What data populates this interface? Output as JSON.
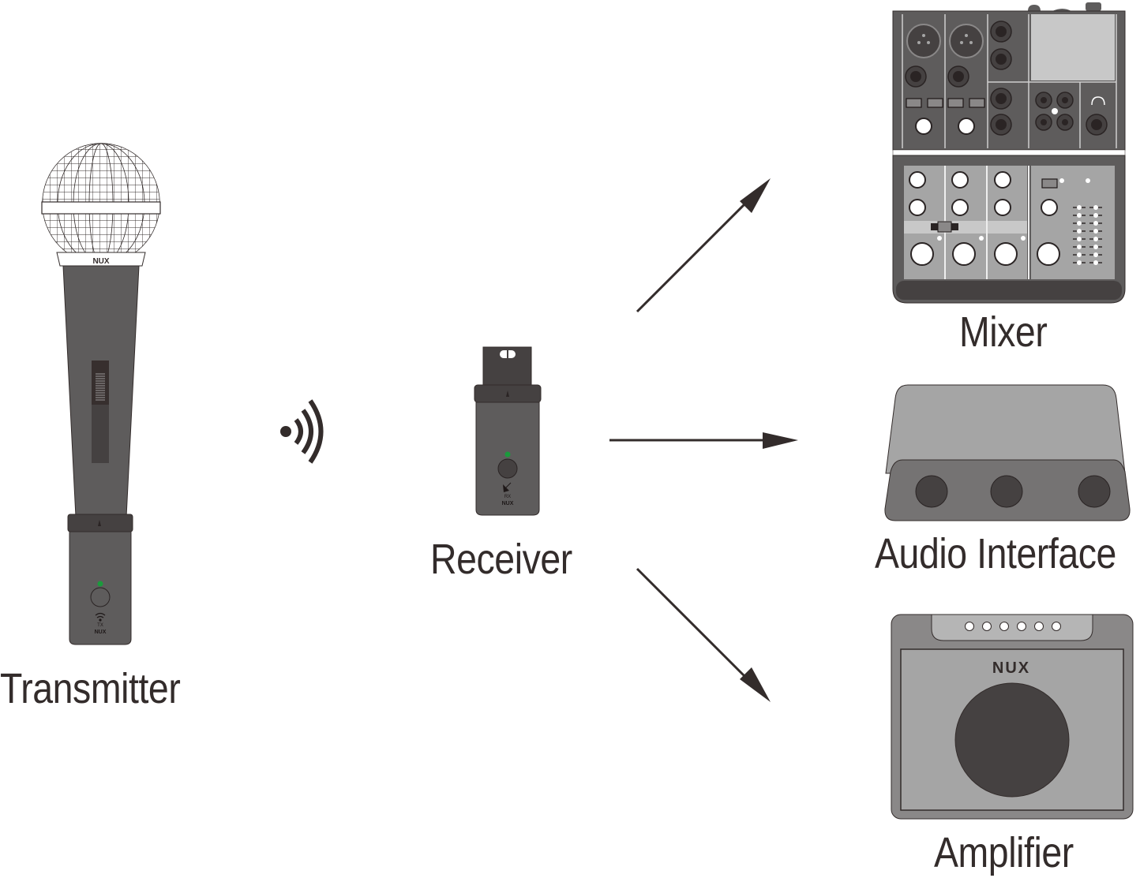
{
  "diagram": {
    "title": "Wireless microphone system connection diagram",
    "nodes": {
      "transmitter": {
        "label": "Transmitter",
        "brand": "NUX",
        "unit_text": "TX",
        "led_color": "#1a9b3c"
      },
      "receiver": {
        "label": "Receiver",
        "brand": "NUX",
        "unit_text": "RX",
        "led_color": "#1a9b3c"
      },
      "mixer": {
        "label": "Mixer"
      },
      "audio_interface": {
        "label": "Audio Interface"
      },
      "amplifier": {
        "label": "Amplifier",
        "brand": "NUX"
      }
    },
    "edges": [
      {
        "from": "transmitter",
        "to": "receiver",
        "type": "wireless-signal"
      },
      {
        "from": "receiver",
        "to": "mixer",
        "type": "arrow"
      },
      {
        "from": "receiver",
        "to": "audio_interface",
        "type": "arrow"
      },
      {
        "from": "receiver",
        "to": "amplifier",
        "type": "arrow"
      }
    ],
    "colors": {
      "ink": "#332c2b",
      "body_dark": "#5e5c5c",
      "body_darker": "#454141",
      "panel_light": "#a5a5a5",
      "panel_lighter": "#c8c8c8",
      "led_green": "#1a9b3c"
    }
  }
}
